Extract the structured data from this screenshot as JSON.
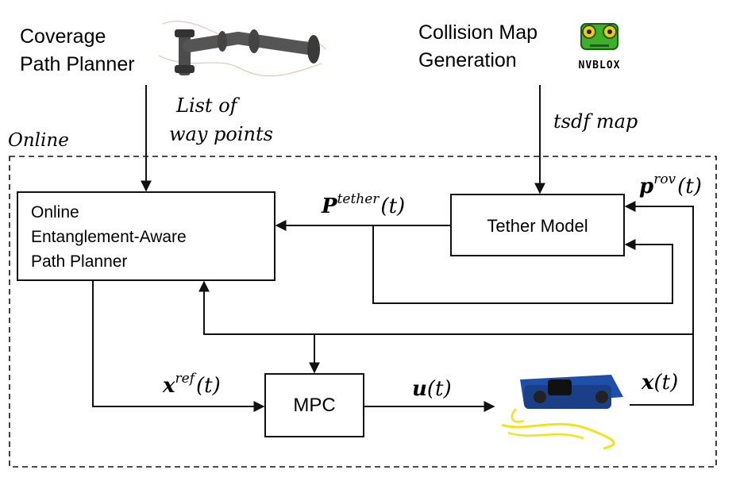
{
  "top": {
    "coverage_line1": "Coverage",
    "coverage_line2": "Path Planner",
    "collision_line1": "Collision Map",
    "collision_line2": "Generation",
    "nvblox_text": "NVBLOX",
    "waypoints_line1": "List of",
    "waypoints_line2": "way points",
    "tsdf_label": "tsdf map"
  },
  "region": {
    "online_label": "Online"
  },
  "blocks": {
    "planner_line1": "Online",
    "planner_line2": "Entanglement-Aware",
    "planner_line3": "Path Planner",
    "tether_label": "Tether Model",
    "mpc_label": "MPC"
  },
  "signals": {
    "p_tether_base": "P",
    "p_tether_sup": "tether",
    "p_tether_arg": "(t)",
    "p_rov_base": "p",
    "p_rov_sup": "rov",
    "p_rov_arg": "(t)",
    "x_ref_base": "x",
    "x_ref_sup": "ref",
    "x_ref_arg": "(t)",
    "u_base": "u",
    "u_arg": "(t)",
    "x_base": "x",
    "x_arg": "(t)"
  },
  "colors": {
    "line": "#111111",
    "rov_body": "#1f4fa8",
    "tether_yellow": "#f2e21c",
    "frog_green": "#3fae2a"
  }
}
